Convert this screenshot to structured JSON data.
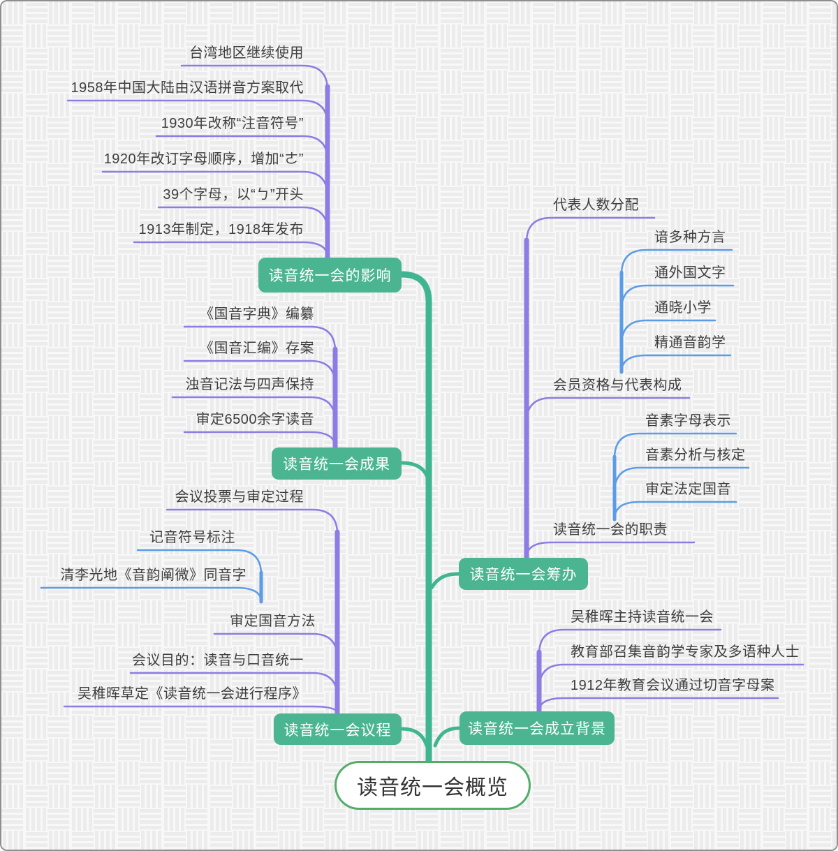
{
  "title": "读音统一会概览",
  "colors": {
    "node_green": "#4bb592",
    "trunk_green": "#3fb690",
    "root_border_green": "#53ad68",
    "branch_purple": "#8c7ce4",
    "branch_blue": "#5c9ce6",
    "item_text": "#3e3e3e",
    "node_text": "#ffffff",
    "background": "#f8f8f8"
  },
  "root": {
    "label": "读音统一会概览"
  },
  "branches": [
    {
      "label": "读音统一会的影响",
      "items": [
        {
          "label": "台湾地区继续使用"
        },
        {
          "label": "1958年中国大陆由汉语拼音方案取代"
        },
        {
          "label": "1930年改称“注音符号”"
        },
        {
          "label": "1920年改订字母顺序，增加“ㄜ”"
        },
        {
          "label": "39个字母，以“ㄅ”开头"
        },
        {
          "label": "1913年制定，1918年发布"
        }
      ]
    },
    {
      "label": "读音统一会成果",
      "items": [
        {
          "label": "《国音字典》编纂"
        },
        {
          "label": "《国音汇编》存案"
        },
        {
          "label": "浊音记法与四声保持"
        },
        {
          "label": "审定6500余字读音"
        }
      ]
    },
    {
      "label": "读音统一会议程",
      "items": [
        {
          "label": "会议投票与审定过程"
        },
        {
          "label": "审定国音方法",
          "children": [
            {
              "label": "记音符号标注"
            },
            {
              "label": "清李光地《音韵阐微》同音字"
            }
          ]
        },
        {
          "label": "会议目的：读音与口音统一"
        },
        {
          "label": "吴稚晖草定《读音统一会进行程序》"
        }
      ]
    },
    {
      "label": "读音统一会筹办",
      "items": [
        {
          "label": "代表人数分配"
        },
        {
          "label": "会员资格与代表构成",
          "children": [
            {
              "label": "谙多种方言"
            },
            {
              "label": "通外国文字"
            },
            {
              "label": "通晓小学"
            },
            {
              "label": "精通音韵学"
            }
          ]
        },
        {
          "label": "读音统一会的职责",
          "children": [
            {
              "label": "音素字母表示"
            },
            {
              "label": "音素分析与核定"
            },
            {
              "label": "审定法定国音"
            }
          ]
        }
      ]
    },
    {
      "label": "读音统一会成立背景",
      "items": [
        {
          "label": "吴稚晖主持读音统一会"
        },
        {
          "label": "教育部召集音韵学专家及多语种人士"
        },
        {
          "label": "1912年教育会议通过切音字母案"
        }
      ]
    }
  ]
}
